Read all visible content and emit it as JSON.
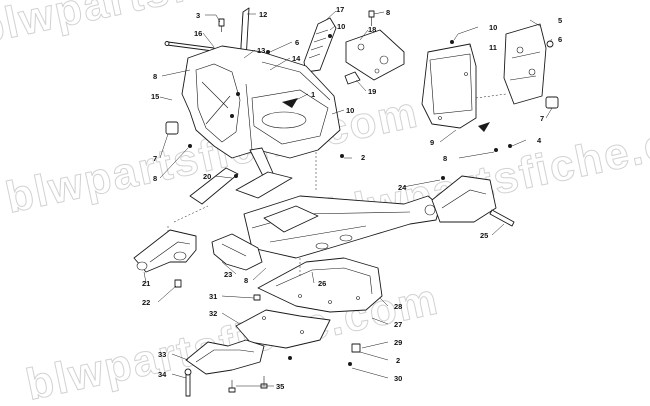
{
  "watermark": {
    "line1": "blwpartsfiche.com",
    "line2": "blwpartsfiche.com",
    "line3": "blwpartsfiche.com",
    "line4": "blwpartsfiche.com"
  },
  "callouts": [
    {
      "id": "c3",
      "label": "3"
    },
    {
      "id": "c12",
      "label": "12"
    },
    {
      "id": "c17",
      "label": "17"
    },
    {
      "id": "c8a",
      "label": "8"
    },
    {
      "id": "c16",
      "label": "16"
    },
    {
      "id": "c10a",
      "label": "10"
    },
    {
      "id": "c18",
      "label": "18"
    },
    {
      "id": "c6a",
      "label": "6"
    },
    {
      "id": "c13",
      "label": "13"
    },
    {
      "id": "c14",
      "label": "14"
    },
    {
      "id": "c8b",
      "label": "8"
    },
    {
      "id": "c19",
      "label": "19"
    },
    {
      "id": "c15",
      "label": "15"
    },
    {
      "id": "c1",
      "label": "1"
    },
    {
      "id": "c10b",
      "label": "10"
    },
    {
      "id": "c7a",
      "label": "7"
    },
    {
      "id": "c2a",
      "label": "2"
    },
    {
      "id": "c8c",
      "label": "8"
    },
    {
      "id": "c20",
      "label": "20"
    },
    {
      "id": "c10c",
      "label": "10"
    },
    {
      "id": "c5",
      "label": "5"
    },
    {
      "id": "c11",
      "label": "11"
    },
    {
      "id": "c6b",
      "label": "6"
    },
    {
      "id": "c7b",
      "label": "7"
    },
    {
      "id": "c9",
      "label": "9"
    },
    {
      "id": "c4",
      "label": "4"
    },
    {
      "id": "c8d",
      "label": "8"
    },
    {
      "id": "c24",
      "label": "24"
    },
    {
      "id": "c25",
      "label": "25"
    },
    {
      "id": "c21",
      "label": "21"
    },
    {
      "id": "c22",
      "label": "22"
    },
    {
      "id": "c23",
      "label": "23"
    },
    {
      "id": "c8e",
      "label": "8"
    },
    {
      "id": "c26",
      "label": "26"
    },
    {
      "id": "c31",
      "label": "31"
    },
    {
      "id": "c28",
      "label": "28"
    },
    {
      "id": "c32",
      "label": "32"
    },
    {
      "id": "c27",
      "label": "27"
    },
    {
      "id": "c29",
      "label": "29"
    },
    {
      "id": "c2b",
      "label": "2"
    },
    {
      "id": "c33",
      "label": "33"
    },
    {
      "id": "c34",
      "label": "34"
    },
    {
      "id": "c35",
      "label": "35"
    },
    {
      "id": "c30",
      "label": "30"
    }
  ]
}
